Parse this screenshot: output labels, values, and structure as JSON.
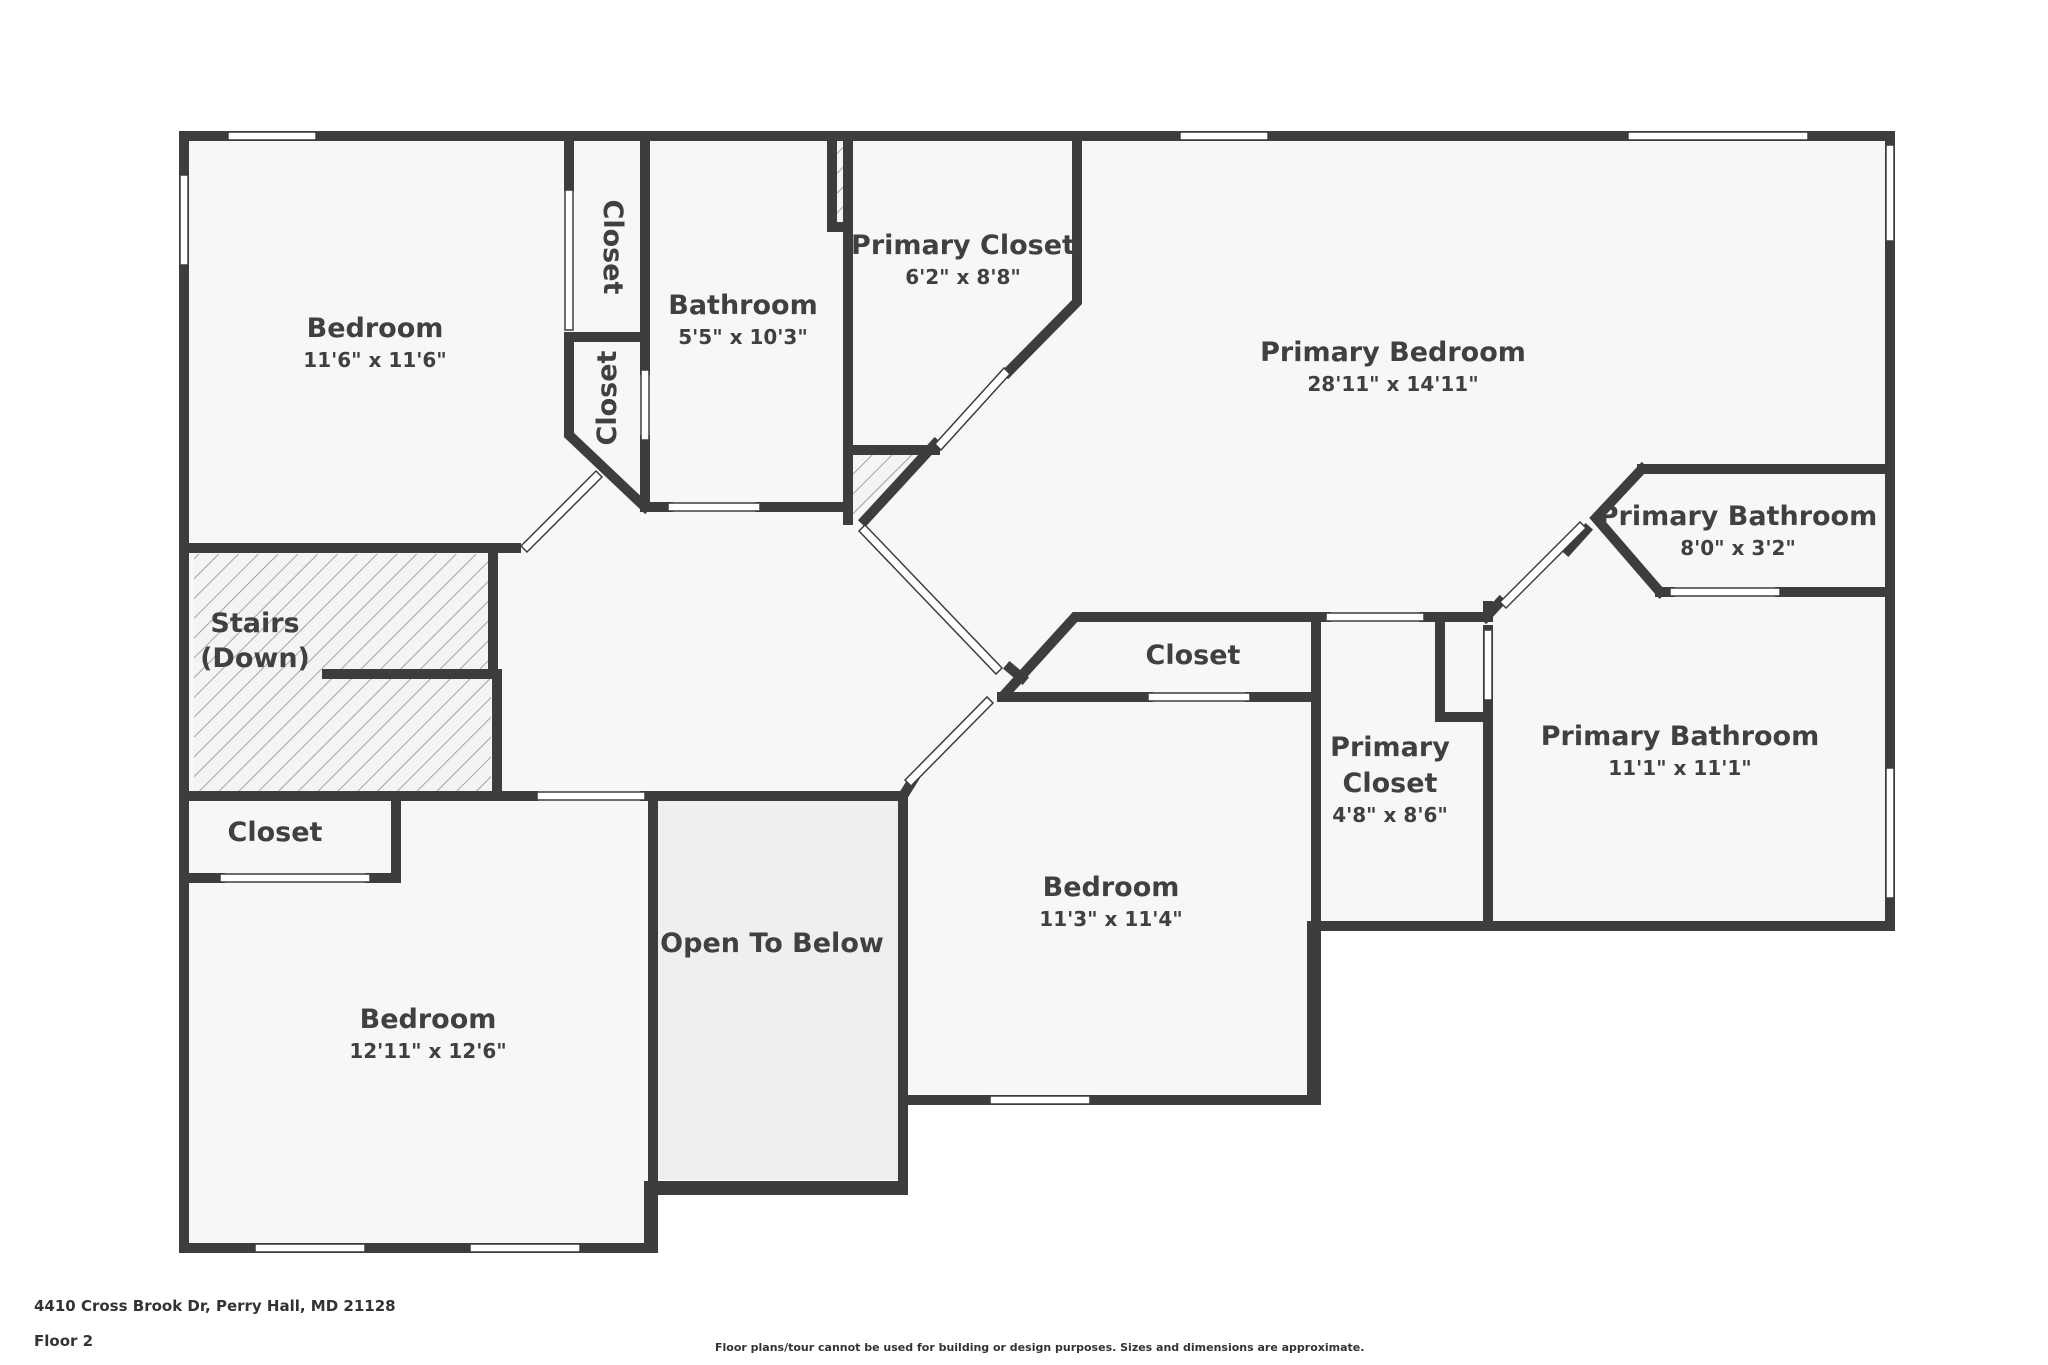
{
  "rooms": {
    "bedroom_nw": {
      "name": "Bedroom",
      "dims": "11'6\" x 11'6\""
    },
    "closet_top": {
      "name": "Closet"
    },
    "closet_small": {
      "name": "Closet"
    },
    "bathroom": {
      "name": "Bathroom",
      "dims": "5'5\" x 10'3\""
    },
    "primary_closet_top": {
      "name": "Primary Closet",
      "dims": "6'2\" x 8'8\""
    },
    "primary_bedroom": {
      "name": "Primary Bedroom",
      "dims": "28'11\" x 14'11\""
    },
    "primary_bathroom_small": {
      "name": "Primary Bathroom",
      "dims": "8'0\" x 3'2\""
    },
    "stairs": {
      "line1": "Stairs",
      "line2": "(Down)"
    },
    "closet_center": {
      "name": "Closet"
    },
    "primary_closet_mid": {
      "line1": "Primary",
      "line2": "Closet",
      "dims": "4'8\" x 8'6\""
    },
    "primary_bathroom": {
      "name": "Primary Bathroom",
      "dims": "11'1\" x 11'1\""
    },
    "closet_sw": {
      "name": "Closet"
    },
    "open_to_below": {
      "name": "Open To Below"
    },
    "bedroom_center": {
      "name": "Bedroom",
      "dims": "11'3\" x 11'4\""
    },
    "bedroom_sw": {
      "name": "Bedroom",
      "dims": "12'11\" x 12'6\""
    }
  },
  "footer": {
    "address": "4410 Cross Brook Dr, Perry Hall, MD 21128",
    "floor": "Floor 2",
    "disclaimer": "Floor plans/tour cannot be used for building or design purposes. Sizes and dimensions are approximate."
  },
  "colors": {
    "wall": "#3d3d3d",
    "floor": "#f7f7f7",
    "open_to_below": "#efefef",
    "window": "#ffffff"
  }
}
